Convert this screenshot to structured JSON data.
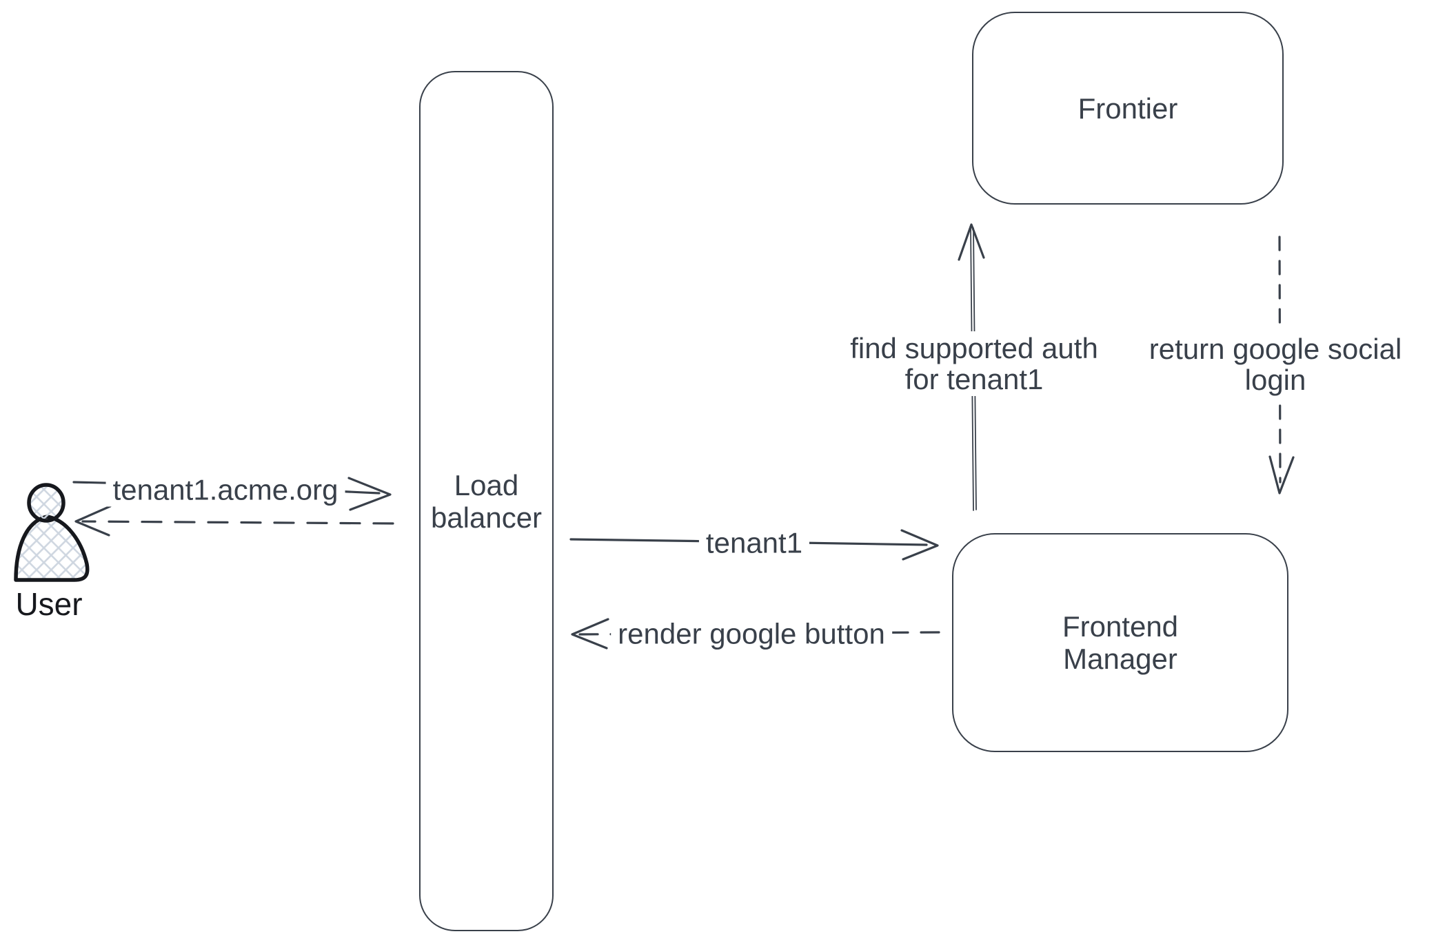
{
  "palette": {
    "stroke": "#39404a",
    "text": "#39404a",
    "user_stroke": "#16181d",
    "hatch_fill": "#ced6e0",
    "background": "#ffffff"
  },
  "nodes": {
    "user": {
      "label": "User",
      "type": "actor"
    },
    "load_balancer": {
      "lines": [
        "Load",
        "balancer"
      ]
    },
    "frontier": {
      "label": "Frontier"
    },
    "frontend_manager": {
      "lines": [
        "Frontend",
        "Manager"
      ]
    }
  },
  "edges": {
    "user_to_load_balancer": {
      "label": "tenant1.acme.org",
      "style": "solid",
      "direction": "right"
    },
    "load_balancer_to_user": {
      "style": "dashed",
      "direction": "left"
    },
    "load_balancer_to_frontend_manager": {
      "label": "tenant1",
      "style": "solid",
      "direction": "right"
    },
    "frontend_manager_to_load_balancer": {
      "label": "render google button",
      "style": "dashed",
      "direction": "left"
    },
    "frontend_manager_to_frontier": {
      "lines": [
        "find supported auth",
        "for tenant1"
      ],
      "style": "solid",
      "direction": "up"
    },
    "frontier_to_frontend_manager": {
      "lines": [
        "return google social",
        "login"
      ],
      "style": "dashed",
      "direction": "down"
    }
  }
}
